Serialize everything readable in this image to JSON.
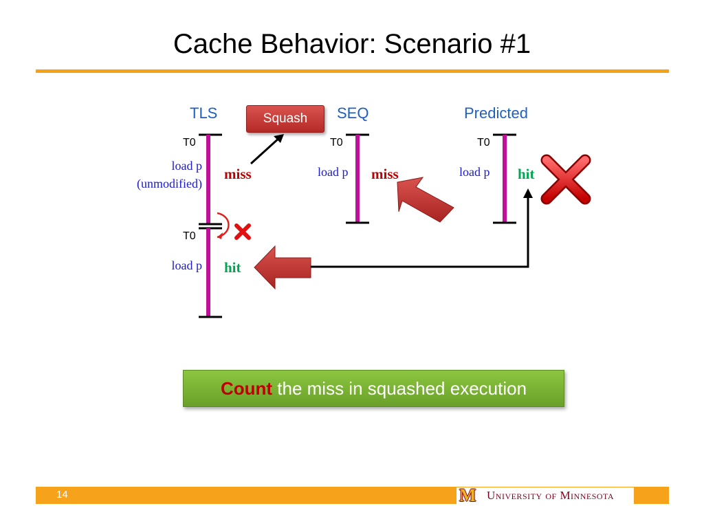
{
  "slide": {
    "title": "Cache Behavior: Scenario #1",
    "page_number": "14"
  },
  "columns": {
    "tls": {
      "header": "TLS"
    },
    "seq": {
      "header": "SEQ"
    },
    "predicted": {
      "header": "Predicted"
    }
  },
  "squash_label": "Squash",
  "tls": {
    "epoch1": {
      "thread": "T0",
      "load": "load p",
      "note": "(unmodified)",
      "result": "miss"
    },
    "epoch2": {
      "thread": "T0",
      "load": "load p",
      "result": "hit"
    }
  },
  "seq": {
    "thread": "T0",
    "load": "load p",
    "result": "miss"
  },
  "predicted": {
    "thread": "T0",
    "load": "load p",
    "result": "hit"
  },
  "callout": {
    "emphasis": "Count",
    "rest": " the miss in squashed execution"
  },
  "footer": {
    "logo_text": "University of Minnesota"
  },
  "colors": {
    "accent": "#f5a21b",
    "bar": "#c0109a",
    "miss": "#c00000",
    "hit": "#00a651",
    "label": "#1a1ad1"
  }
}
